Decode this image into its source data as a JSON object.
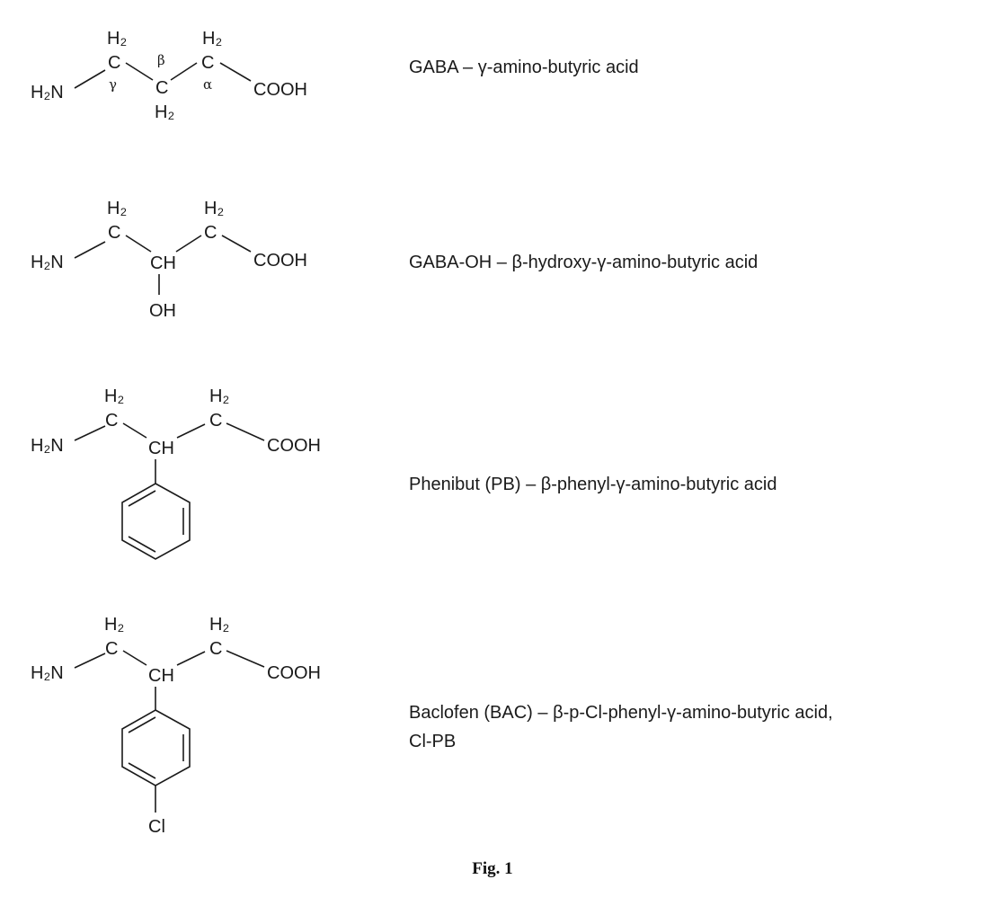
{
  "atoms": {
    "h2n": "H₂N",
    "h2": "H₂",
    "c": "C",
    "ch": "CH",
    "cooh": "COOH",
    "oh": "OH",
    "cl": "Cl",
    "alpha": "α",
    "beta": "β",
    "gamma": "γ"
  },
  "compounds": [
    {
      "name": "GABA – γ-amino-butyric acid"
    },
    {
      "name": "GABA-OH – β-hydroxy-γ-amino-butyric acid"
    },
    {
      "name": "Phenibut (PB) – β-phenyl-γ-amino-butyric acid"
    },
    {
      "name": "Baclofen (BAC) – β-p-Cl-phenyl-γ-amino-butyric acid,",
      "name_line2": "Cl-PB"
    }
  ],
  "caption": "Fig. 1"
}
